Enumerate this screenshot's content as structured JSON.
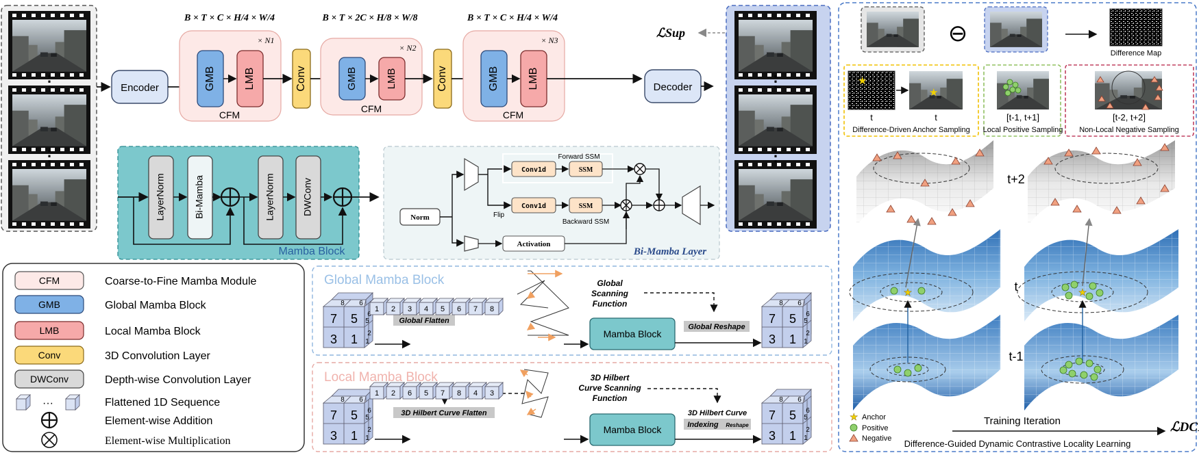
{
  "top": {
    "dims": [
      "B × T × C × H/4 × W/4",
      "B × T × 2C × H/8 × W/8",
      "B × T × C × H/4 × W/4"
    ],
    "repeats": [
      "× N1",
      "× N2",
      "× N3"
    ],
    "encoder": "Encoder",
    "decoder": "Decoder",
    "conv": "Conv",
    "gmb": "GMB",
    "lmb": "LMB",
    "cfm": "CFM",
    "loss_sup": "ℒSup",
    "ellipsis": "⋮"
  },
  "mamba_block": {
    "layernorm": "LayerNorm",
    "bimamba": "Bi-Mamba",
    "dwconv": "DWConv",
    "title": "Mamba Block"
  },
  "bimamba_layer": {
    "norm": "Norm",
    "conv1d": "Conv1d",
    "ssm": "SSM",
    "forward": "Forward SSM",
    "backward": "Backward SSM",
    "flip": "Flip",
    "activation": "Activation",
    "title": "Bi-Mamba Layer"
  },
  "legend": {
    "items": [
      {
        "key": "CFM",
        "desc": "Coarse-to-Fine Mamba Module"
      },
      {
        "key": "GMB",
        "desc": "Global Mamba Block"
      },
      {
        "key": "LMB",
        "desc": "Local Mamba Block"
      },
      {
        "key": "Conv",
        "desc": "3D Convolution Layer"
      },
      {
        "key": "DWConv",
        "desc": "Depth-wise Convolution Layer"
      }
    ],
    "seq_desc": "Flattened 1D Sequence",
    "add_desc": "Element-wise Addition",
    "mul_desc": "Element-wise Multiplication",
    "dots": "···"
  },
  "global_block": {
    "title": "Global Mamba Block",
    "flatten": "Global Flatten",
    "scan": [
      "Global",
      "Scanning",
      "Function"
    ],
    "reshape": "Global Reshape",
    "mamba": "Mamba Block",
    "seq": [
      "1",
      "2",
      "3",
      "4",
      "5",
      "6",
      "7",
      "8"
    ]
  },
  "local_block": {
    "title": "Local Mamba Block",
    "flatten": "3D Hilbert Curve Flatten",
    "scan": [
      "3D Hilbert",
      "Curve Scanning",
      "Function"
    ],
    "reshape": [
      "3D Hilbert Curve",
      "Indexing"
    ],
    "reshape_small": "Reshape",
    "mamba": "Mamba Block",
    "seq": [
      "1",
      "2",
      "6",
      "5",
      "7",
      "8",
      "4",
      "3"
    ]
  },
  "cube": {
    "front": [
      "7",
      "5",
      "3",
      "1"
    ],
    "back": [
      "8",
      "6"
    ],
    "side": [
      "6",
      "5",
      "2",
      "1"
    ]
  },
  "right": {
    "minus": "⊖",
    "diff_map": "Difference Map",
    "t": "t",
    "t_range1": "[t-1, t+1]",
    "t_range2": "[t-2, t+2]",
    "anchor_sampling": "Difference-Driven  Anchor Sampling",
    "pos_sampling": "Local  Positive Sampling",
    "neg_sampling": "Non-Local  Negative Sampling",
    "frames": [
      "t+2",
      "t",
      "t-1"
    ],
    "legend": [
      "Anchor",
      "Positive",
      "Negative"
    ],
    "training": "Training Iteration",
    "loss_dcl": "ℒDCL",
    "caption": "Difference-Guided Dynamic Contrastive Locality Learning"
  },
  "colors": {
    "cfm": "#fde9e7",
    "gmb": "#7fb1e6",
    "lmb": "#f6a9a9",
    "conv": "#fbd97a",
    "dwconv": "#d9d9d9",
    "encoder": "#dce6f7",
    "mamba_teal": "#7cc8cc",
    "bimamba_bg": "#eef5f6",
    "frame_blue": "#c7d3ef"
  }
}
